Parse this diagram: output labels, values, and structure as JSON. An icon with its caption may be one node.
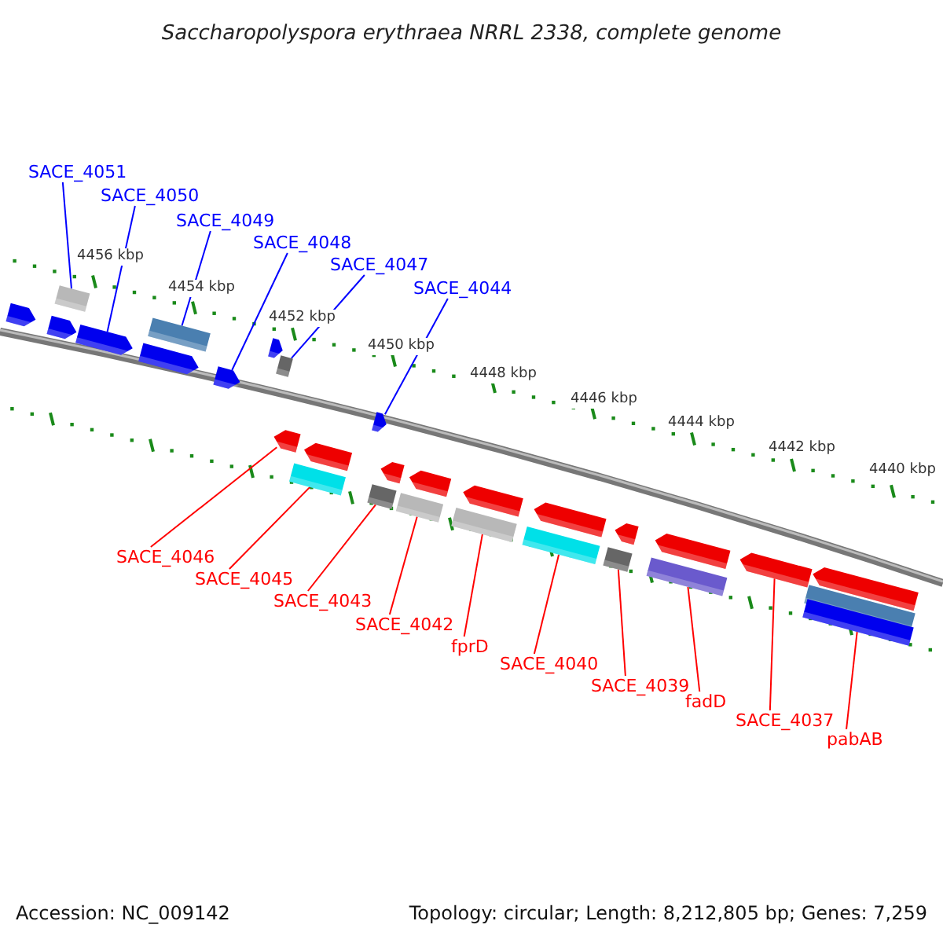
{
  "diagram": {
    "title": "Saccharopolyspora erythraea NRRL 2338, complete genome",
    "nodes": [
      {
        "text": [
          "SACE_4051"
        ]
      },
      {
        "text": [
          "SACE_4050"
        ]
      },
      {
        "text": [
          "SACE_4049"
        ]
      },
      {
        "text": [
          "SACE_4048"
        ]
      },
      {
        "text": [
          "SACE_4047"
        ]
      },
      {
        "text": [
          "SACE_4044"
        ]
      },
      {
        "text": [
          "SACE_4046"
        ]
      },
      {
        "text": [
          "SACE_4045"
        ]
      },
      {
        "text": [
          "SACE_4043"
        ]
      },
      {
        "text": [
          "SACE_4042"
        ]
      },
      {
        "text": [
          "fprD"
        ]
      },
      {
        "text": [
          "SACE_4040"
        ]
      },
      {
        "text": [
          "SACE_4039"
        ]
      },
      {
        "text": [
          "fadD"
        ]
      },
      {
        "text": [
          "SACE_4037"
        ]
      },
      {
        "text": [
          "pabAB"
        ]
      },
      {
        "text": [],
        "shape": "arrow"
      },
      {
        "text": [],
        "shape": "arrow"
      },
      {
        "text": [],
        "shape": "box"
      },
      {
        "text": [],
        "shape": "arrow"
      },
      {
        "text": [],
        "shape": "arrow"
      },
      {
        "text": [],
        "shape": "box"
      },
      {
        "text": [],
        "shape": "arrow"
      },
      {
        "text": [],
        "shape": "arrow"
      },
      {
        "text": [],
        "shape": "box"
      },
      {
        "text": [],
        "shape": "arrow"
      },
      {
        "text": [],
        "shape": "arrow"
      },
      {
        "text": [],
        "shape": "arrow"
      },
      {
        "text": [],
        "shape": "box"
      },
      {
        "text": [],
        "shape": "box"
      },
      {
        "text": [],
        "shape": "arrow"
      },
      {
        "text": [],
        "shape": "box"
      },
      {
        "text": [],
        "shape": "arrow"
      },
      {
        "text": [],
        "shape": "arrow"
      },
      {
        "text": [],
        "shape": "box"
      },
      {
        "text": [],
        "shape": "arrow"
      },
      {
        "text": [],
        "shape": "box"
      },
      {
        "text": [],
        "shape": "box"
      },
      {
        "text": [],
        "shape": "arrow"
      },
      {
        "text": [],
        "shape": "arrow"
      },
      {
        "text": [],
        "shape": "box"
      },
      {
        "text": [],
        "shape": "arrow"
      },
      {
        "text": [],
        "shape": "arrow"
      },
      {
        "text": [],
        "shape": "box"
      },
      {
        "text": [],
        "shape": "box"
      }
    ],
    "edges": [
      {
        "from": 0,
        "to": 18,
        "arrow": "none",
        "color": "#0000ff"
      },
      {
        "from": 1,
        "to": 19,
        "arrow": "none",
        "color": "#0000ff"
      },
      {
        "from": 2,
        "to": 21,
        "arrow": "none",
        "color": "#0000ff"
      },
      {
        "from": 3,
        "to": 22,
        "arrow": "none",
        "color": "#0000ff"
      },
      {
        "from": 4,
        "to": 24,
        "arrow": "none",
        "color": "#0000ff"
      },
      {
        "from": 5,
        "to": 25,
        "arrow": "none",
        "color": "#0000ff"
      },
      {
        "from": 6,
        "to": 26,
        "arrow": "none"
      },
      {
        "from": 7,
        "to": 28,
        "arrow": "none"
      },
      {
        "from": 8,
        "to": 29,
        "arrow": "none"
      },
      {
        "from": 9,
        "to": 31,
        "arrow": "none"
      },
      {
        "from": 10,
        "to": 34,
        "arrow": "none"
      },
      {
        "from": 11,
        "to": 36,
        "arrow": "none"
      },
      {
        "from": 12,
        "to": 37,
        "arrow": "none"
      },
      {
        "from": 13,
        "to": 40,
        "arrow": "none"
      },
      {
        "from": 14,
        "to": 41,
        "arrow": "none"
      },
      {
        "from": 15,
        "to": 44,
        "arrow": "none"
      }
    ],
    "labels": [
      "4456 kbp",
      "4454 kbp",
      "4452 kbp",
      "4450 kbp",
      "4448 kbp",
      "4446 kbp",
      "4444 kbp",
      "4442 kbp",
      "4440 kbp",
      "Accession: NC_009142",
      "Topology: circular; Length: 8,212,805 bp; Genes: 7,259"
    ]
  }
}
